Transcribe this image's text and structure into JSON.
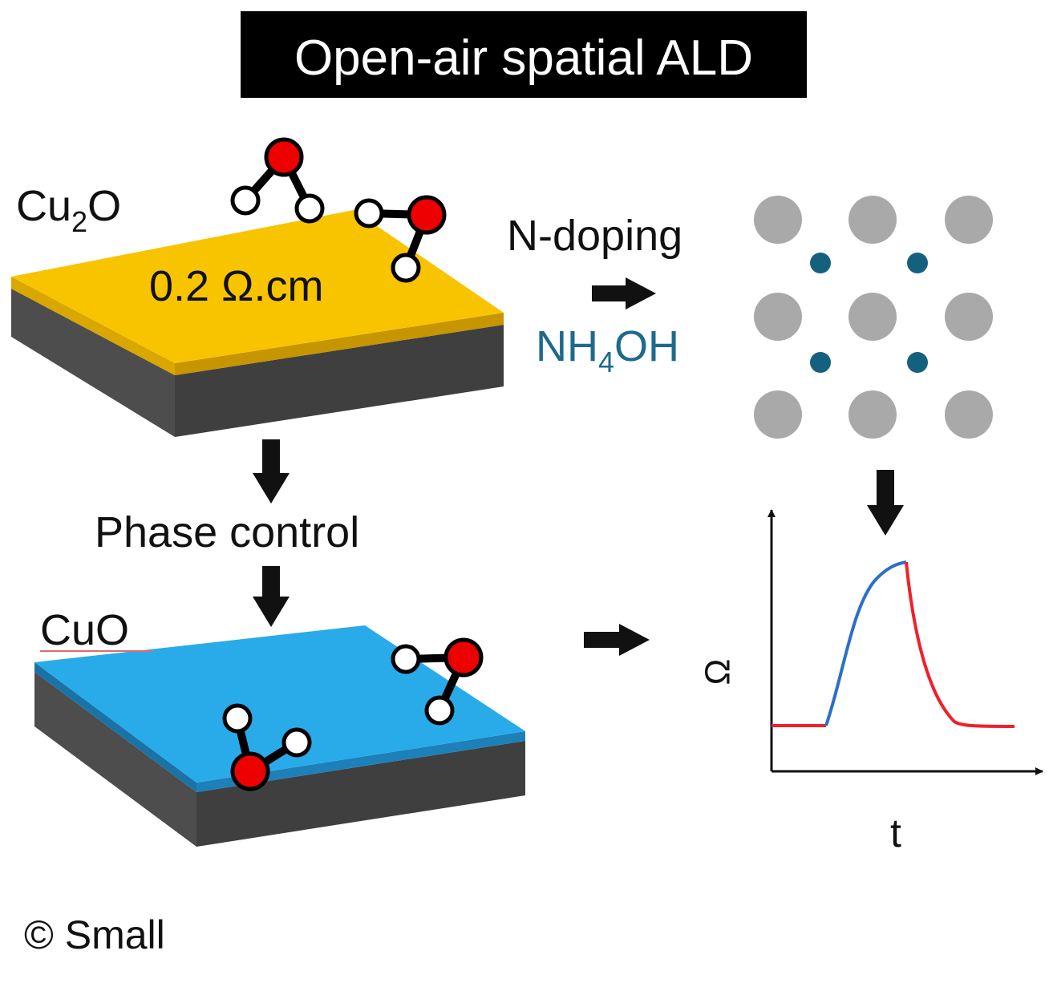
{
  "title": "Open-air spatial ALD",
  "top_film": {
    "formula_main": "Cu",
    "formula_sub": "2",
    "formula_end": "O",
    "resistivity": "0.2 Ω.cm",
    "color": "#f8c400"
  },
  "doping": {
    "label": "N-doping",
    "reagent_main": "NH",
    "reagent_sub": "4",
    "reagent_end": "OH",
    "reagent_color": "#1d6a8c"
  },
  "phase_control_label": "Phase control",
  "bottom_film": {
    "formula": "CuO",
    "color": "#29abe9"
  },
  "lattice": {
    "host_color": "#a9a9a9",
    "dopant_color": "#14607f"
  },
  "response_plot": {
    "y_label": "Ω",
    "x_label": "t",
    "rise_color": "#2b6fc9",
    "baseline_color": "#f0202a"
  },
  "substrate_color": "#545454",
  "oxygen_color": "#ee0000",
  "copyright": "© Small"
}
